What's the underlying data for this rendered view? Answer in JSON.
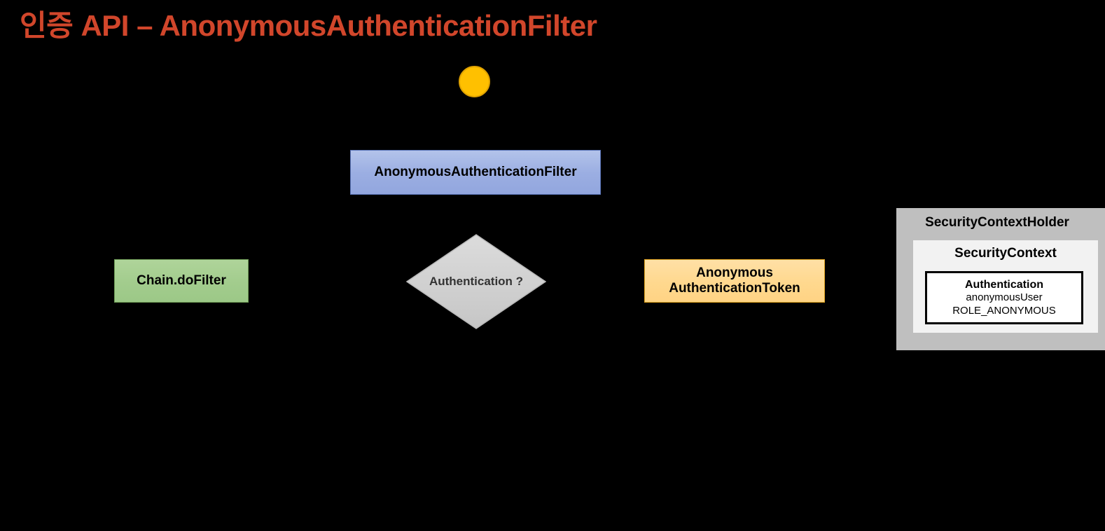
{
  "slide": {
    "title": "인증 API – AnonymousAuthenticationFilter",
    "title_color": "#D1462B",
    "background_color": "#000000"
  },
  "nodes": {
    "start": {
      "name": "start-node",
      "shape": "circle",
      "fill": "#FFC000",
      "border": "#E0A200",
      "label": ""
    },
    "filter": {
      "label": "AnonymousAuthenticationFilter",
      "fill": "#9BAEE2",
      "border": "#5A74B8",
      "shape": "rectangle"
    },
    "chain": {
      "label": "Chain.doFilter",
      "fill": "#A2CC8D",
      "border": "#6E9B56",
      "shape": "rectangle"
    },
    "decision": {
      "label": "Authentication ?",
      "fill": "#D0D0D0",
      "border": "#B5B5B5",
      "shape": "diamond"
    },
    "token": {
      "label_line1": "Anonymous",
      "label_line2": "AuthenticationToken",
      "fill": "#FFD88E",
      "border": "#E0A21E",
      "shape": "rectangle"
    }
  },
  "context_holder": {
    "title": "SecurityContextHolder",
    "fill": "#BFBFBF",
    "security_context": {
      "title": "SecurityContext",
      "fill": "#F2F2F2",
      "authentication": {
        "title": "Authentication",
        "principal": "anonymousUser",
        "authority": "ROLE_ANONYMOUS",
        "fill": "#FFFFFF",
        "border": "#000000"
      }
    }
  }
}
